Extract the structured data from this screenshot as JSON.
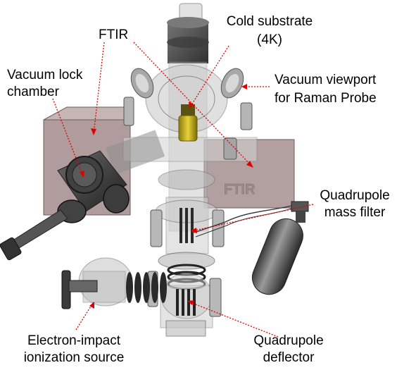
{
  "labels": {
    "ftir": "FTIR",
    "ftir_box_text": "FTIR",
    "cold_substrate": {
      "line1": "Cold substrate",
      "line2": "(4K)"
    },
    "vacuum_lock": {
      "line1": "Vacuum lock",
      "line2": "chamber"
    },
    "vacuum_viewport": {
      "line1": "Vacuum viewport",
      "line2": "for Raman Probe"
    },
    "mass_filter": {
      "line1": "Quadrupole",
      "line2": "mass filter"
    },
    "ionization_source": {
      "line1": "Electron-impact",
      "line2": "ionization source"
    },
    "deflector": {
      "line1": "Quadrupole",
      "line2": "deflector"
    }
  },
  "colors": {
    "leader_lines": "#e00000",
    "ftir_box": "#b09c9c",
    "substrate": "#e8d23a"
  }
}
